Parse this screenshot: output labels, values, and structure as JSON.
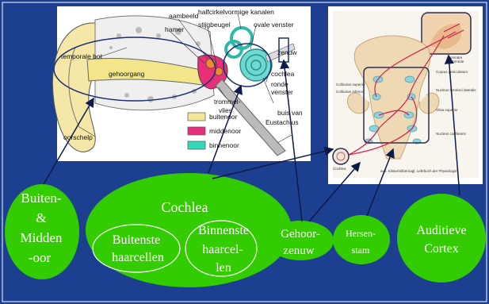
{
  "ear": {
    "aambeeld": "aambeeld",
    "halfcirkelvormige_kanalen": "halfcirkelvormige kanalen",
    "hamer": "hamer",
    "stijgbeugel": "stijgbeugel",
    "ovale_venster": "ovale venster",
    "temporale_bot": "temporale bot",
    "zenuw": "zenuw",
    "gehoorgang": "gehoorgang",
    "cochlea": "cochlea",
    "ronde": "ronde",
    "venster": "venster",
    "trommel": "trommel-",
    "vlies": "vlies",
    "buis_van": "buis van",
    "eustachius": "Eustachius",
    "oorschelp": "oorschelp"
  },
  "legend": {
    "buitenoor": "buitenoor",
    "middenoor": "middenoor",
    "binnenoor": "binnenoor"
  },
  "brain": {
    "primaire": "primäre",
    "hoorschors": "Hörrinde",
    "colliculus_superior": "Colliculus superior",
    "colliculus_inferior": "Colliculus inferior",
    "corpus_geniculatum": "Corpus geniculatum",
    "nucleus_lemnisci": "Nucleus lemnisci lateralis",
    "oliva_superior": "Oliva superior",
    "nucleus_cochlearis": "Nucleus cochlearis",
    "cochlea": "Cochlea",
    "source": "aus: Klinke/Silbernagl, Lehrbuch der Physiologie"
  },
  "bubbles": {
    "buiten_line1": "Buiten-",
    "buiten_line2": "&",
    "buiten_line3": "Midden",
    "buiten_line4": "-oor",
    "cochlea": "Cochlea",
    "buitenste_line1": "Buitenste",
    "buitenste_line2": "haarcellen",
    "binnenste_line1": "Binnenste",
    "binnenste_line2": "haarcel-",
    "binnenste_line3": "len",
    "gehoorzenuw_line1": "Gehoor-",
    "gehoorzenuw_line2": "zenuw",
    "hersenstam_line1": "Hersen-",
    "hersenstam_line2": "stam",
    "cortex_line1": "Auditieve",
    "cortex_line2": "Cortex"
  },
  "colors": {
    "background": "#1c3f8f",
    "bubble": "#33cc00",
    "outer_ear": "#f4e79a",
    "middle_ear": "#e8307a",
    "inner_ear": "#36d6b8",
    "pathway": "#d21e4a"
  }
}
